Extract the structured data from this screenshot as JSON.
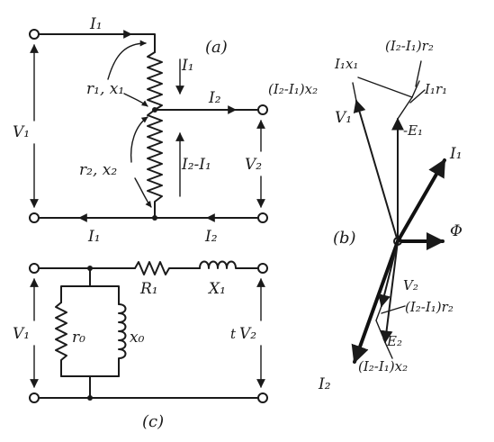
{
  "figure": {
    "panel_a": {
      "caption": "(a)",
      "labels": {
        "i1_top": "I₁",
        "i1_down": "I₁",
        "v1": "V₁",
        "r1x1": "r₁, x₁",
        "i2_out": "I₂",
        "r2x2": "r₂, x₂",
        "i2_minus_i1": "I₂-I₁",
        "v2": "V₂",
        "i1_bottom": "I₁",
        "i2_bottom": "I₂"
      }
    },
    "panel_b": {
      "caption": "(b)",
      "labels": {
        "i2_i1_r2_top": "(I₂-I₁)r₂",
        "i1x1": "I₁x₁",
        "i2_i1_x2_top": "(I₂-I₁)x₂",
        "i1r1": "I₁r₁",
        "v1": "V₁",
        "minus_e1": "-E₁",
        "i1": "I₁",
        "phi": "Φ",
        "v2": "V₂",
        "i2_i1_r2_bottom": "(I₂-I₁)r₂",
        "e2": "E₂",
        "i2_i1_x2_bottom": "(I₂-I₁)x₂",
        "i2": "I₂"
      }
    },
    "panel_c": {
      "caption": "(c)",
      "labels": {
        "r1": "R₁",
        "x1": "X₁",
        "v1": "V₁",
        "r0": "r₀",
        "x0": "x₀",
        "v2": "V₂",
        "t": "t"
      }
    }
  }
}
